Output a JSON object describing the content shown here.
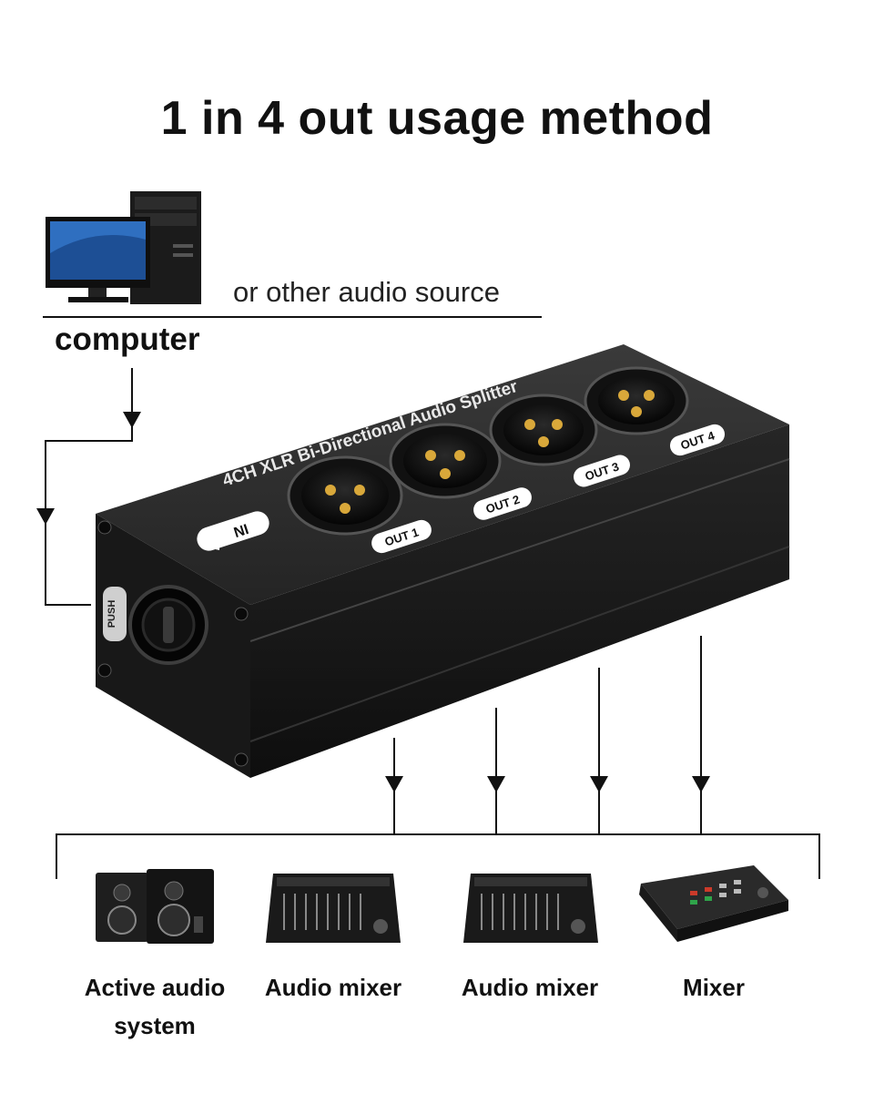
{
  "title": "1 in 4 out usage method",
  "source": {
    "label": "computer",
    "note": "or other audio source",
    "icon": "desktop-computer-icon"
  },
  "device": {
    "name": "4CH XLR Bi-Directional Audio Splitter",
    "input_label": "IN",
    "push_label": "PUSH",
    "outputs": [
      "OUT 1",
      "OUT 2",
      "OUT 3",
      "OUT 4"
    ],
    "colors": {
      "body": "#1d1d1d",
      "pins": "#d9a83a",
      "labels": "#ffffff"
    }
  },
  "destinations": [
    {
      "line1": "Active audio",
      "line2": "system",
      "icon": "studio-monitor-speakers-icon"
    },
    {
      "line1": "Audio mixer",
      "line2": "",
      "icon": "audio-mixer-icon"
    },
    {
      "line1": "Audio mixer",
      "line2": "",
      "icon": "audio-mixer-icon"
    },
    {
      "line1": "Mixer",
      "line2": "",
      "icon": "video-mixer-icon"
    }
  ]
}
